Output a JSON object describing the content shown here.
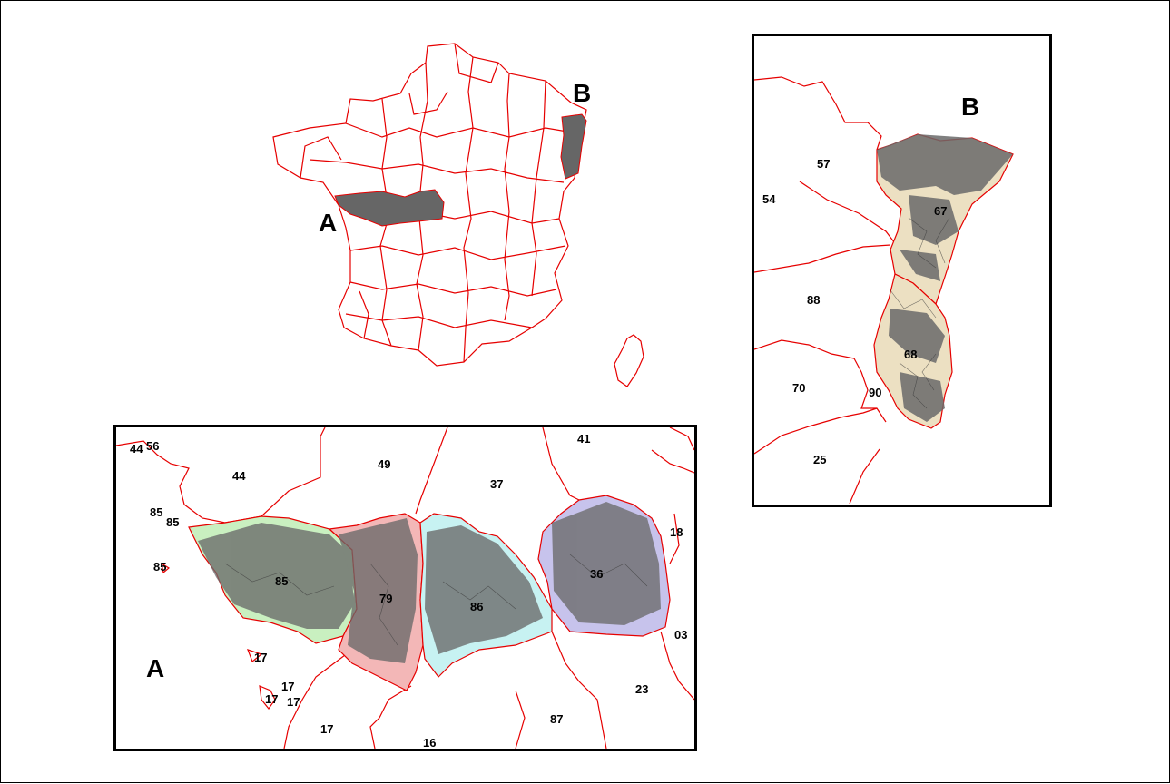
{
  "overview": {
    "label_a": "A",
    "label_b": "B"
  },
  "panel_b": {
    "letter": "B",
    "labels": [
      "57",
      "54",
      "67",
      "88",
      "68",
      "70",
      "90",
      "25"
    ],
    "colors": {
      "highlight": "#ece0c2",
      "dense": "#6a6a6a",
      "border": "#e60000"
    }
  },
  "panel_a": {
    "letter": "A",
    "labels": [
      "44",
      "56",
      "44",
      "49",
      "37",
      "41",
      "85",
      "85",
      "85",
      "85",
      "79",
      "86",
      "36",
      "18",
      "03",
      "17",
      "17",
      "17",
      "17",
      "17",
      "16",
      "87",
      "23"
    ],
    "colors": {
      "d85": "#c9f0c0",
      "d79": "#f3b7b7",
      "d86": "#c7f2f2",
      "d36": "#c7c3ec",
      "dense": "#6a6a6a",
      "border": "#e60000"
    }
  },
  "colors": {
    "border": "#e60000",
    "fill_grey": "#666666",
    "frame": "#000000"
  }
}
